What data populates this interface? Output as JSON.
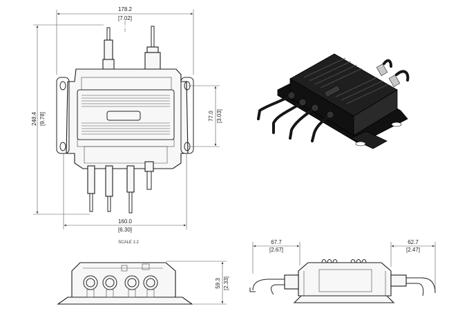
{
  "dimensions": {
    "width_top": {
      "mm": "178.2",
      "in": "[7.02]"
    },
    "height_left": {
      "mm": "248.4",
      "in": "[9.78]"
    },
    "mount_right": {
      "mm": "77.0",
      "in": "[3.03]"
    },
    "width_bottom": {
      "mm": "160.0",
      "in": "[6.30]"
    },
    "side_height": {
      "mm": "59.3",
      "in": "[2.33]"
    },
    "rear_left": {
      "mm": "67.7",
      "in": "[2.67]"
    },
    "rear_right": {
      "mm": "62.7",
      "in": "[2.47]"
    }
  },
  "scale_note": "SCALE 1:2"
}
